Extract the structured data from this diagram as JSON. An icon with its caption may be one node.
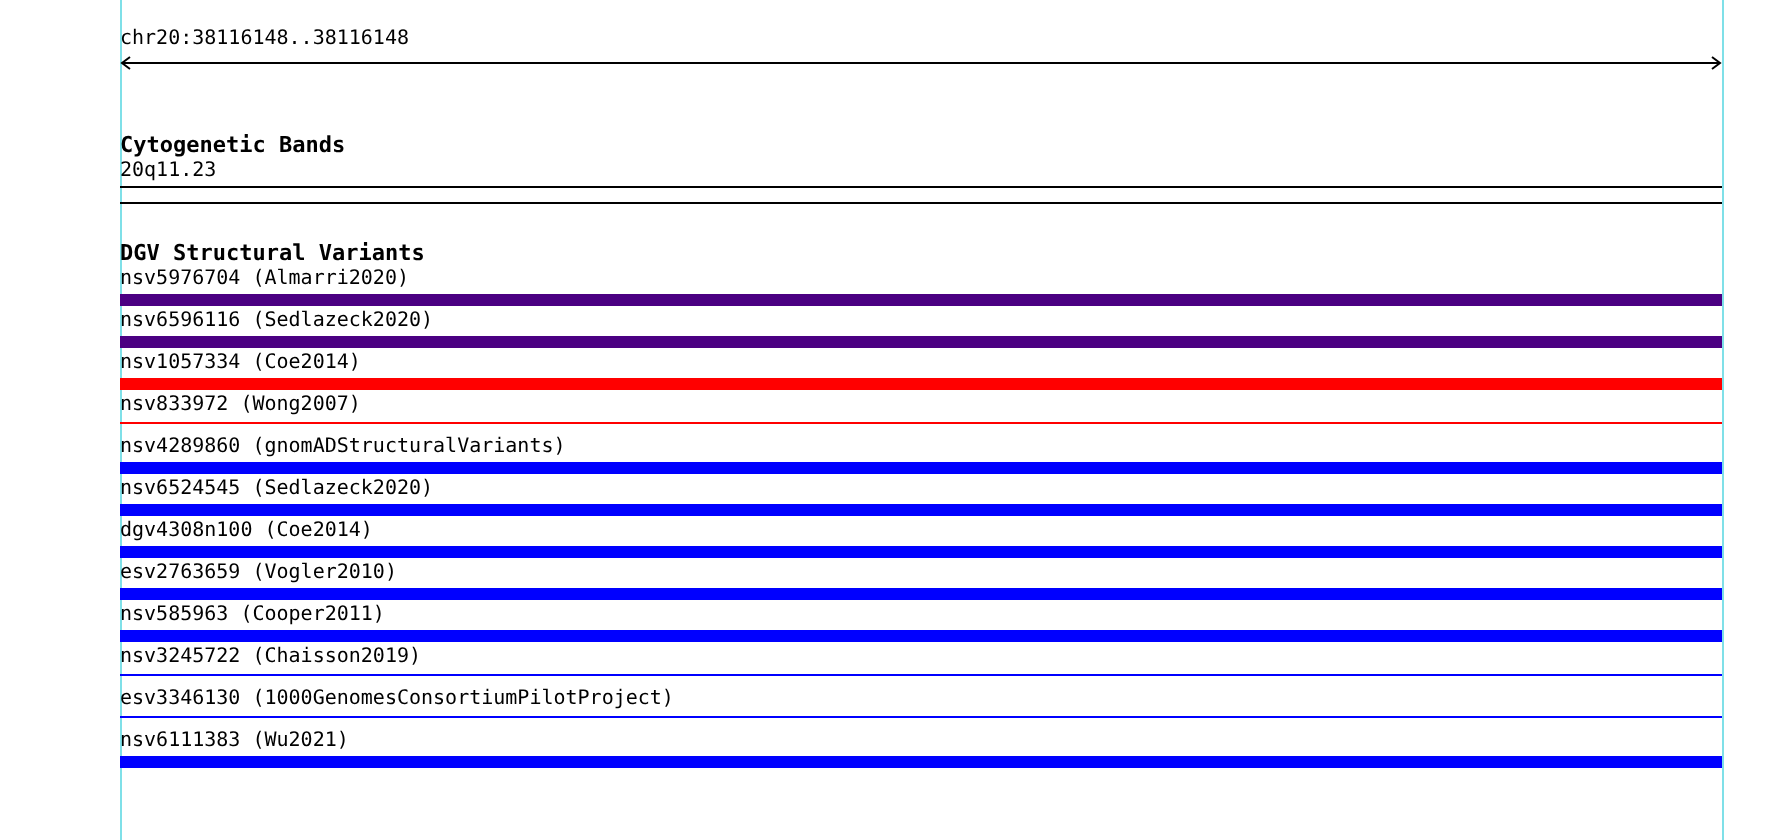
{
  "diagram": {
    "nodes": [
      {
        "text": [
          "20q11.23"
        ]
      },
      {
        "text": [
          "nsv5976704 (Almarri2020)"
        ]
      },
      {
        "text": [
          "nsv6596116 (Sedlazeck2020)"
        ]
      },
      {
        "text": [
          "nsv1057334 (Coe2014)"
        ]
      },
      {
        "text": [
          "nsv833972 (Wong2007)"
        ]
      },
      {
        "text": [
          "nsv4289860 (gnomADStructuralVariants)"
        ]
      },
      {
        "text": [
          "nsv6524545 (Sedlazeck2020)"
        ]
      },
      {
        "text": [
          "dgv4308n100 (Coe2014)"
        ]
      },
      {
        "text": [
          "esv2763659 (Vogler2010)"
        ]
      },
      {
        "text": [
          "nsv585963 (Cooper2011)"
        ]
      },
      {
        "text": [
          "nsv3245722 (Chaisson2019)"
        ]
      },
      {
        "text": [
          "esv3346130 (1000GenomesConsortiumPilotProject)"
        ]
      },
      {
        "text": [
          "nsv6111383 (Wu2021)"
        ]
      }
    ],
    "labels": [
      "chr20:38116148..38116148",
      "Cytogenetic Bands",
      "DGV Structural Variants"
    ]
  }
}
